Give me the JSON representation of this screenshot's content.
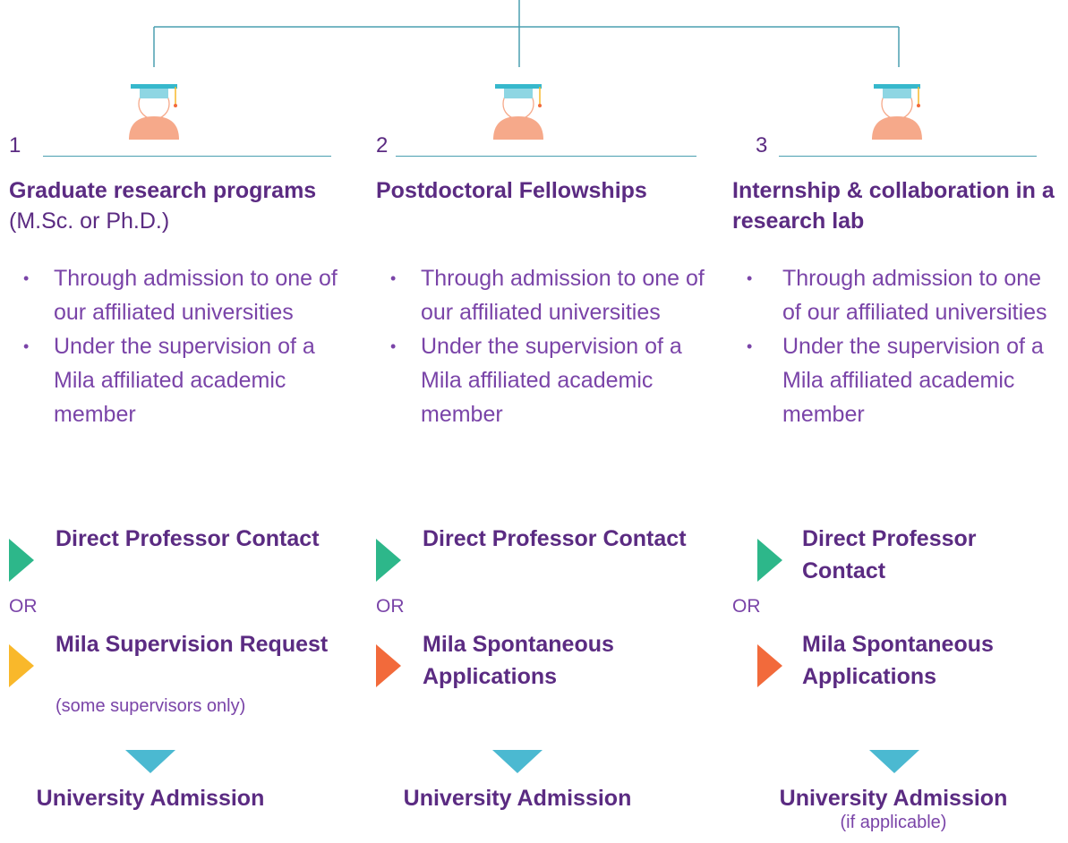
{
  "colors": {
    "title": "#5b2b82",
    "body": "#7a44a8",
    "connector": "#4a9fb0",
    "cap": "#36b8cc",
    "cap_light": "#8ed6e3",
    "tassel": "#f26a3b",
    "avatar_body": "#f6a98a",
    "arrow_green": "#2db78a",
    "arrow_yellow": "#f9b82b",
    "arrow_orange": "#f26a3b",
    "arrow_down": "#4bb9d1"
  },
  "columns": [
    {
      "number": "1",
      "title_bold": "Graduate research programs",
      "title_normal": " (M.Sc. or Ph.D.)",
      "icon": "graduate-avatar-icon",
      "bullets": [
        "Through admission to one of our affiliated universities",
        "Under the supervision of a Mila affiliated academic member"
      ],
      "path1": {
        "label": "Direct Professor Contact",
        "arrow": "arrow_green",
        "note": ""
      },
      "or": "OR",
      "path2": {
        "label": "Mila Supervision Request",
        "arrow": "arrow_yellow",
        "note": "(some supervisors only)"
      },
      "admission": "University Admission",
      "admission_note": ""
    },
    {
      "number": "2",
      "title_bold": "Postdoctoral Fellowships",
      "title_normal": "",
      "icon": "graduate-avatar-icon",
      "bullets": [
        "Through admission to one of our affiliated universities",
        "Under the supervision of a Mila affiliated academic member"
      ],
      "path1": {
        "label": "Direct Professor Contact",
        "arrow": "arrow_green",
        "note": ""
      },
      "or": "OR",
      "path2": {
        "label": "Mila Spontaneous Applications",
        "arrow": "arrow_orange",
        "note": ""
      },
      "admission": "University Admission",
      "admission_note": ""
    },
    {
      "number": "3",
      "title_bold": "Internship & collaboration in a research lab",
      "title_normal": "",
      "icon": "graduate-avatar-icon",
      "bullets": [
        "Through admission to one of our affiliated universities",
        "Under the supervision of a Mila affiliated academic member"
      ],
      "path1": {
        "label": "Direct Professor Contact",
        "arrow": "arrow_green",
        "note": ""
      },
      "or": "OR",
      "path2": {
        "label": "Mila Spontaneous Applications",
        "arrow": "arrow_orange",
        "note": ""
      },
      "admission": "University Admission",
      "admission_note": "(if applicable)"
    }
  ]
}
